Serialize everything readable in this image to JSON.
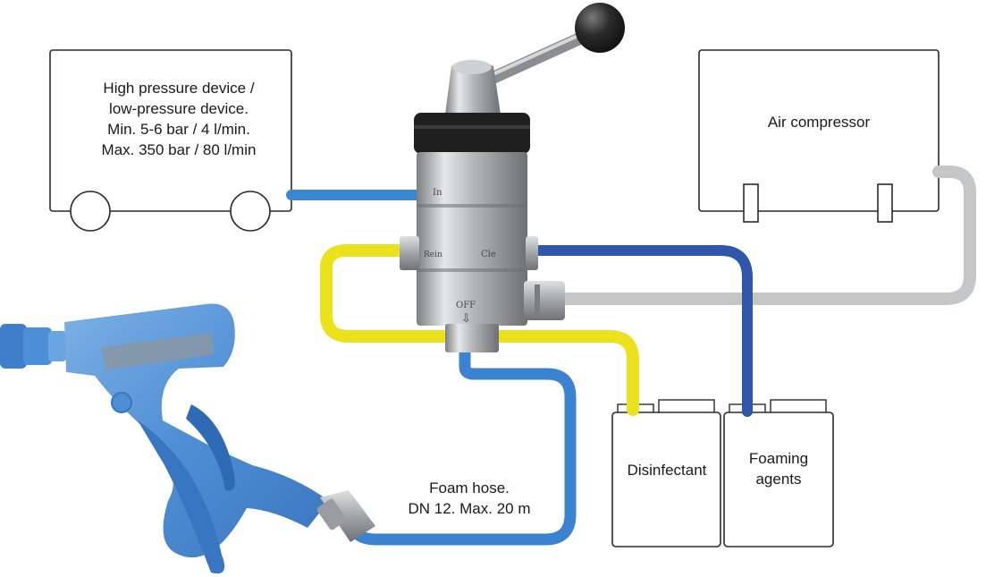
{
  "pressure_device": {
    "lines": [
      "High pressure device /",
      "low-pressure device.",
      "Min. 5-6 bar / 4 l/min.",
      "Max. 350 bar / 80 l/min"
    ]
  },
  "air_compressor": {
    "label": "Air compressor"
  },
  "disinfectant": {
    "label": "Disinfectant"
  },
  "foaming_agents": {
    "lines": [
      "Foaming",
      "agents"
    ]
  },
  "foam_hose": {
    "lines": [
      "Foam hose.",
      "DN 12. Max. 20 m"
    ]
  },
  "injector": {
    "marks": [
      "In",
      "Cle",
      "Rein",
      "OFF",
      "⇩"
    ]
  },
  "colors": {
    "water_hose": "#3a86cf",
    "foam_hose": "#3b82d0",
    "disinfectant_line": "#ece21b",
    "foaming_line": "#2f56a9",
    "air_line": "#c5c6c8",
    "gun": "#5b95d6",
    "steel": "#b9bbbd"
  }
}
